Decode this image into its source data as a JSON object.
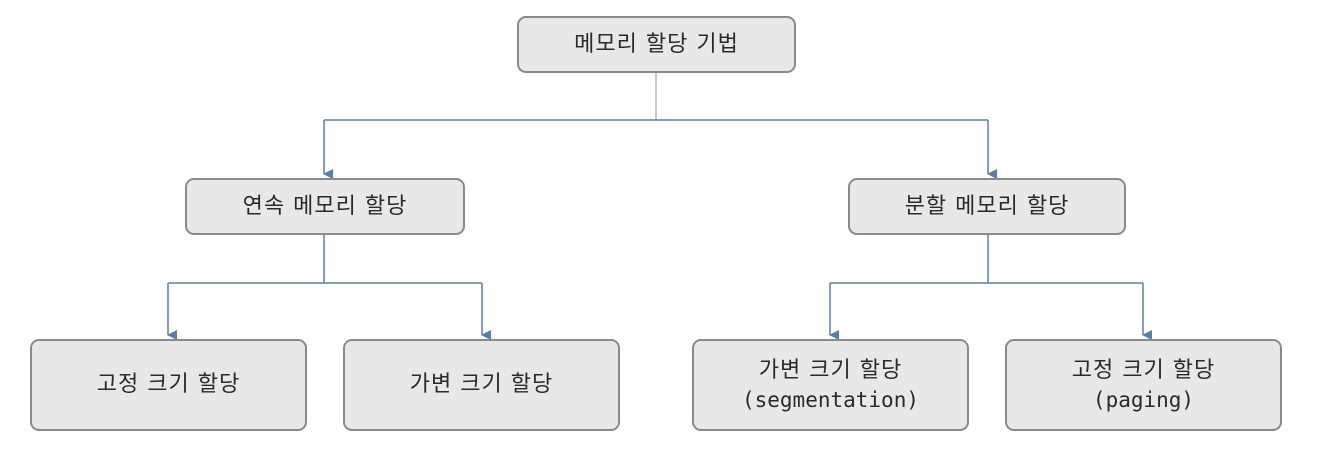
{
  "diagram": {
    "root": {
      "label": "메모리 할당 기법"
    },
    "contiguous": {
      "label": "연속 메모리 할당"
    },
    "noncontiguous": {
      "label": "분할 메모리 할당"
    },
    "contiguous_fixed": {
      "label": "고정 크기 할당"
    },
    "contiguous_variable": {
      "label": "가변 크기 할당"
    },
    "segmentation": {
      "label": "가변 크기 할당",
      "sublabel": "(segmentation)"
    },
    "paging": {
      "label": "고정 크기 할당",
      "sublabel": "(paging)"
    }
  },
  "colors": {
    "node_fill": "#e8e8e8",
    "node_border": "#8a8a8a",
    "connector_plain": "#b8b8b8",
    "connector_arrow": "#5b7ea6"
  }
}
